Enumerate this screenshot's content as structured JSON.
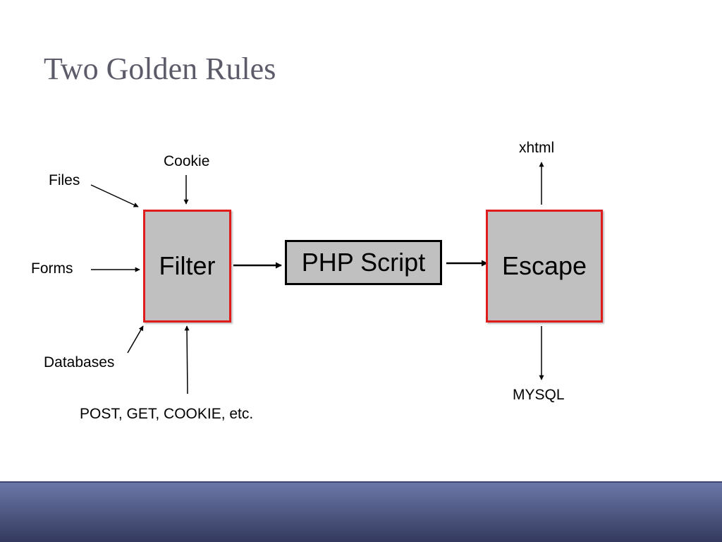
{
  "slide": {
    "title": "Two Golden Rules"
  },
  "diagram": {
    "inputs": {
      "cookie": "Cookie",
      "files": "Files",
      "forms": "Forms",
      "databases": "Databases",
      "superglobals": "POST, GET, COOKIE, etc."
    },
    "boxes": {
      "filter": "Filter",
      "php_script": "PHP Script",
      "escape": "Escape"
    },
    "outputs": {
      "xhtml": "xhtml",
      "mysql": "MYSQL"
    },
    "colors": {
      "box_fill": "#c0c0c0",
      "box_border_red": "#e01b1b",
      "box_border_black": "#000000",
      "title_color": "#5b5b6a",
      "footer_band": "#5a6598"
    }
  }
}
